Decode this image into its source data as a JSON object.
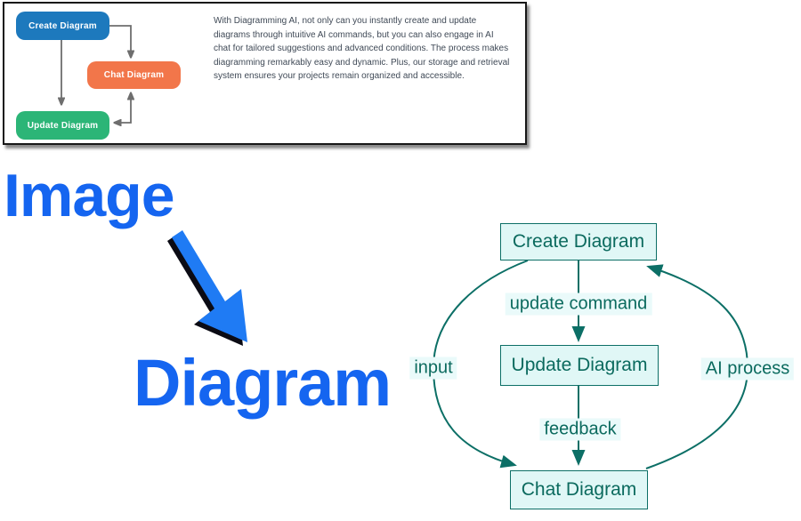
{
  "colors": {
    "accent_blue": "#1565f0",
    "arrow_blue": "#1f7bf4",
    "node_blue": "#1d79bd",
    "node_orange": "#f2764a",
    "node_green": "#2cb577",
    "connector_gray": "#6e6e6e",
    "card_text": "#3f4956",
    "teal_stroke": "#0c6f66",
    "teal_text": "#0b6a5e",
    "node_fill": "#e0f7f6",
    "label_bg": "#eafafa"
  },
  "card": {
    "nodes": [
      {
        "label": "Create Diagram"
      },
      {
        "label": "Chat Diagram"
      },
      {
        "label": "Update Diagram"
      }
    ],
    "description_lines": [
      "With Diagramming AI, not only can you instantly create and update",
      "diagrams through intuitive AI commands, but you can also engage in AI",
      "chat for tailored suggestions and advanced conditions. The process makes",
      "diagramming remarkably easy and dynamic. Plus, our storage and retrieval",
      "system ensures your projects remain organized and accessible."
    ]
  },
  "annotations": {
    "image_label": "Image",
    "diagram_label": "Diagram"
  },
  "flowchart": {
    "nodes": [
      {
        "label": "Create Diagram"
      },
      {
        "label": "Update Diagram"
      },
      {
        "label": "Chat Diagram"
      }
    ],
    "edges": [
      {
        "from": "Create Diagram",
        "to": "Update Diagram",
        "label": "update command"
      },
      {
        "from": "Update Diagram",
        "to": "Chat Diagram",
        "label": "feedback"
      },
      {
        "from": "Create Diagram",
        "to": "Chat Diagram",
        "label": "input"
      },
      {
        "from": "Chat Diagram",
        "to": "Create Diagram",
        "label": "AI process"
      }
    ]
  }
}
